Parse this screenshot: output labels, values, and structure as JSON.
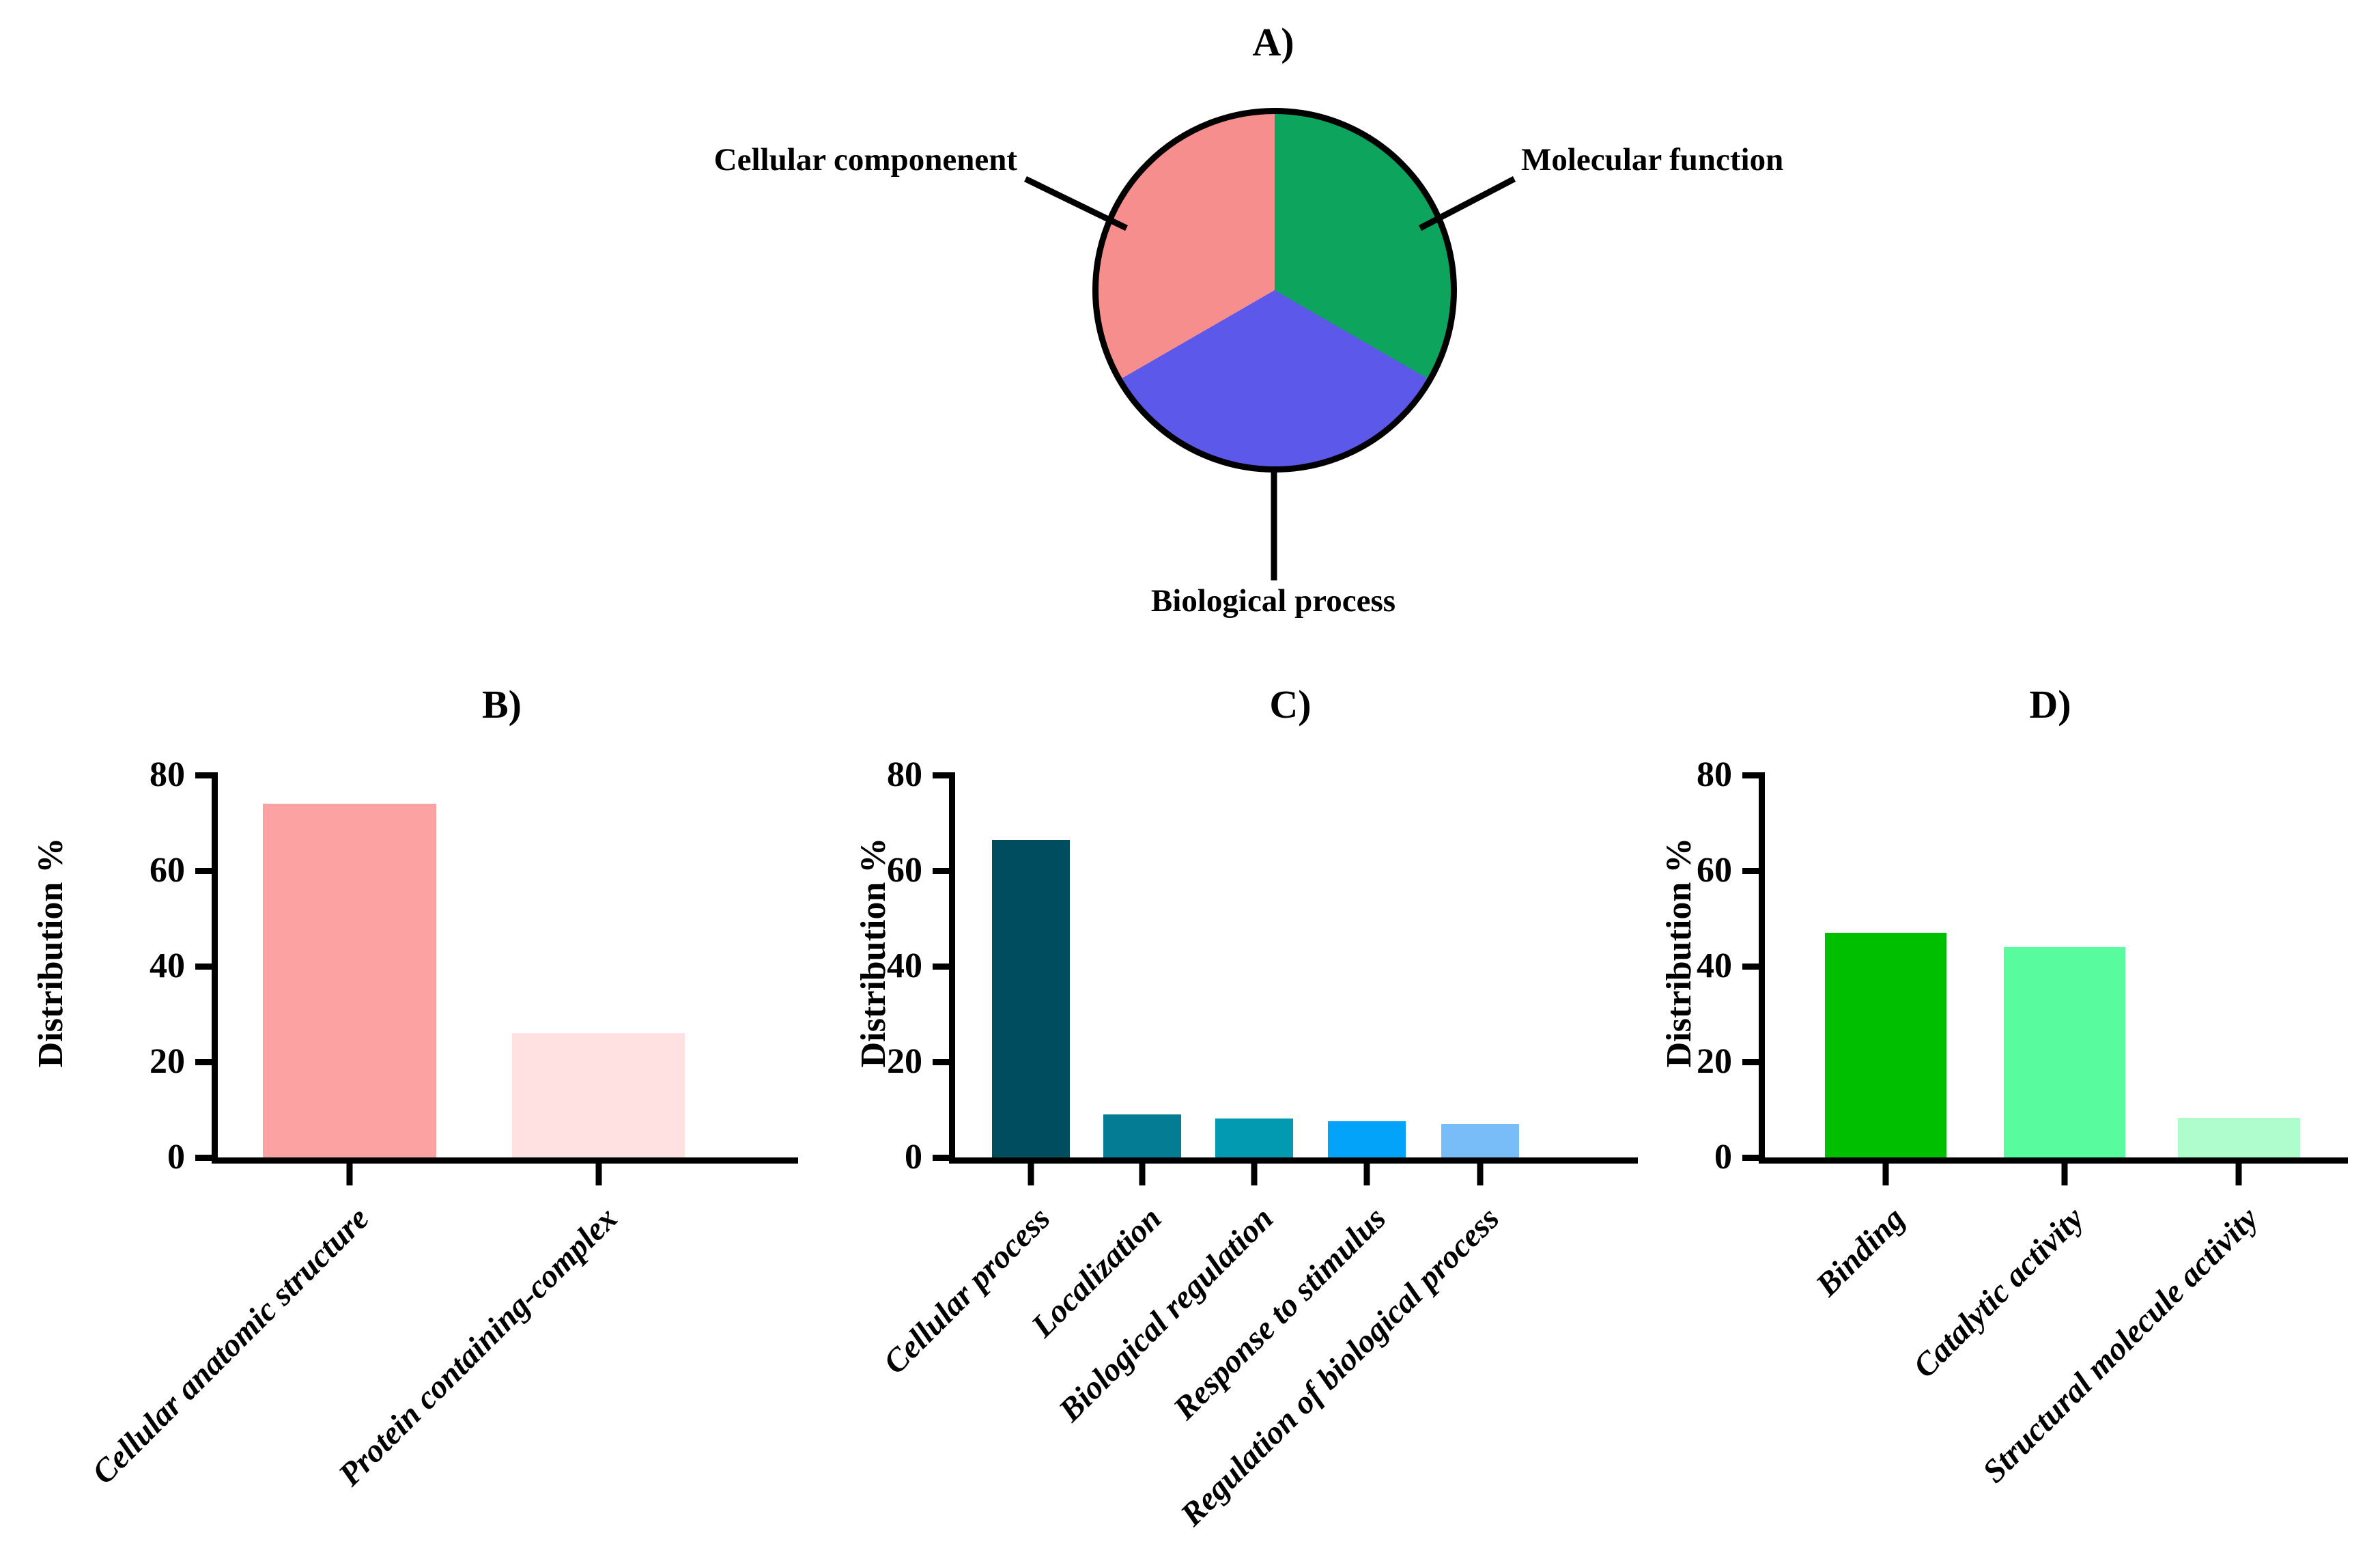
{
  "figure_titles": {
    "a": "A)",
    "b": "B)",
    "c": "C)",
    "d": "D)"
  },
  "pie_labels": {
    "left": "Cellular componenent",
    "right": "Molecular function",
    "bottom": "Biological process"
  },
  "axis": {
    "ylabel": "Distribution %"
  },
  "chart_data": [
    {
      "type": "pie",
      "panel": "A",
      "title": "A)",
      "start_angle_deg": 0,
      "direction": "clockwise",
      "outline_color": "#000000",
      "slices": [
        {
          "label": "Molecular function",
          "value": 33.33,
          "color": "#0DA45E"
        },
        {
          "label": "Biological process",
          "value": 33.34,
          "color": "#5C58E9"
        },
        {
          "label": "Cellular componenent",
          "value": 33.33,
          "color": "#F68E8E"
        }
      ]
    },
    {
      "type": "bar",
      "panel": "B",
      "title": "B)",
      "categories": [
        "Cellular anatomic structure",
        "Protein containing-complex"
      ],
      "values": [
        74,
        26
      ],
      "colors": [
        "#FCA2A2",
        "#FFE1E1"
      ],
      "xlabel": "",
      "ylabel": "Distribution %",
      "ylim": [
        0,
        80
      ],
      "yticks": [
        0,
        20,
        40,
        60,
        80
      ],
      "grid": false,
      "legend": "none"
    },
    {
      "type": "bar",
      "panel": "C",
      "title": "C)",
      "categories": [
        "Cellular process",
        "Localization",
        "Biological regulation",
        "Response to stimulus",
        "Regulation of biological process"
      ],
      "values": [
        66.5,
        9,
        8.2,
        7.6,
        7
      ],
      "colors": [
        "#014D60",
        "#047D94",
        "#019AB0",
        "#02A3F9",
        "#79BDF8"
      ],
      "xlabel": "",
      "ylabel": "Distribution %",
      "ylim": [
        0,
        80
      ],
      "yticks": [
        0,
        20,
        40,
        60,
        80
      ],
      "grid": false,
      "legend": "none"
    },
    {
      "type": "bar",
      "panel": "D",
      "title": "D)",
      "categories": [
        "Binding",
        "Catalytic activity",
        "Structural molecule activity"
      ],
      "values": [
        47,
        44,
        8.3
      ],
      "colors": [
        "#00BE00",
        "#58FC9E",
        "#AFFCCD"
      ],
      "xlabel": "",
      "ylabel": "Distribution %",
      "ylim": [
        0,
        80
      ],
      "yticks": [
        0,
        20,
        40,
        60,
        80
      ],
      "grid": false,
      "legend": "none"
    }
  ]
}
